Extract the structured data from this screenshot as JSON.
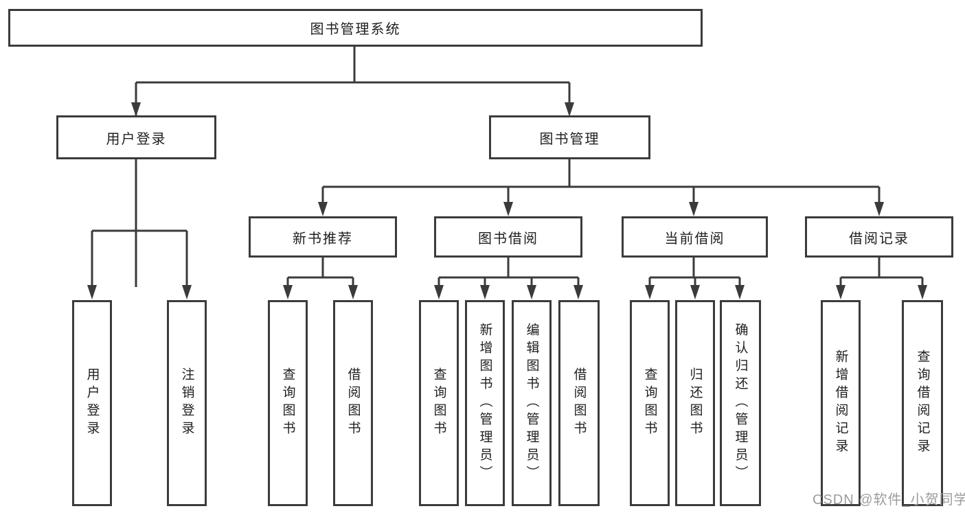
{
  "tree": {
    "label": "图书管理系统",
    "children": [
      {
        "label": "用户登录",
        "children": [
          {
            "label": "用户登录"
          },
          {
            "label": "注销登录"
          }
        ]
      },
      {
        "label": "图书管理",
        "children": [
          {
            "label": "新书推荐",
            "children": [
              {
                "label": "查询图书"
              },
              {
                "label": "借阅图书"
              }
            ]
          },
          {
            "label": "图书借阅",
            "children": [
              {
                "label": "查询图书"
              },
              {
                "label": "新增图书（管理员）"
              },
              {
                "label": "编辑图书（管理员）"
              },
              {
                "label": "借阅图书"
              }
            ]
          },
          {
            "label": "当前借阅",
            "children": [
              {
                "label": "查询图书"
              },
              {
                "label": "归还图书"
              },
              {
                "label": "确认归还（管理员）"
              }
            ]
          },
          {
            "label": "借阅记录",
            "children": [
              {
                "label": "新增借阅记录"
              },
              {
                "label": "查询借阅记录"
              }
            ]
          }
        ]
      }
    ]
  },
  "watermark": {
    "text": "CSDN @软件_小贺同学"
  },
  "colors": {
    "line": "#3b3b3b",
    "box_border": "#3b3b3b",
    "box_background": "#ffffff",
    "text": "#1f1f1f",
    "watermark": "#9c9c9c",
    "page_background": "#ffffff"
  }
}
